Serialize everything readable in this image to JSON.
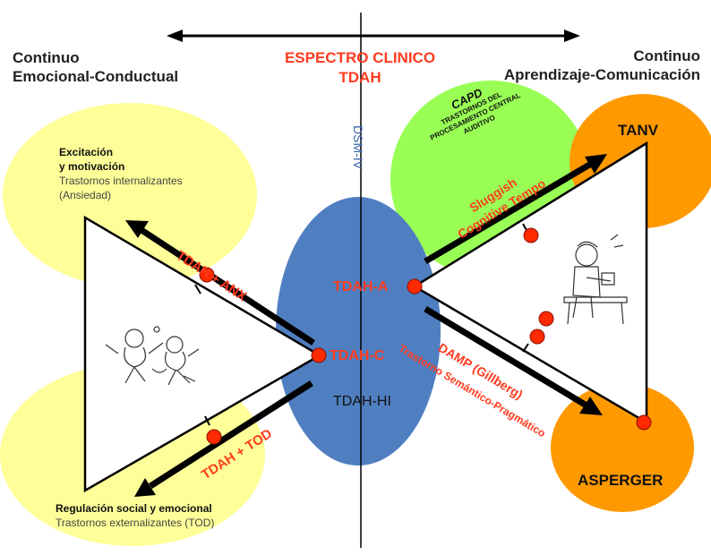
{
  "header": {
    "left_line1": "Continuo",
    "left_line2": "Emocional-Conductual",
    "right_line1": "Continuo",
    "right_line2": "Aprendizaje-Comunicación",
    "center_line1": "ESPECTRO CLINICO",
    "center_line2": "TDAH"
  },
  "axis_label": "DSM-IV",
  "left_top": {
    "title1": "Excitación",
    "title2": "y motivación",
    "line1": "Trastornos internalizantes",
    "line2": "(Ansiedad)"
  },
  "left_bottom": {
    "title": "Regulación social y emocional",
    "line1": "Trastornos externalizantes (TOD)"
  },
  "capd": {
    "title": "CAPD",
    "line1": "TRASTORNOS DEL",
    "line2": "PROCESAMIENTO CENTRAL",
    "line3": "AUDITIVO"
  },
  "sluggish": {
    "line1": "Sluggish",
    "line2": "Cognitive Tempo"
  },
  "center": {
    "tdah_a": "TDAH-A",
    "tdah_c": "TDAH-C",
    "tdah_hi": "TDAH-HI"
  },
  "arrows": {
    "anx": "TDAH + ANX",
    "tod": "TDAH + TOD",
    "damp": "DAMP (Gillberg)",
    "semantico": "Trastorno Semántico-Pragmático"
  },
  "right": {
    "tanv": "TANV",
    "asperger": "ASPERGER"
  },
  "colors": {
    "yellow": "#ffff99",
    "green": "#99ff55",
    "orange": "#ff9900",
    "blue": "#4f7fc0",
    "red": "#ff3b1f",
    "dot": "#ff2a00"
  }
}
